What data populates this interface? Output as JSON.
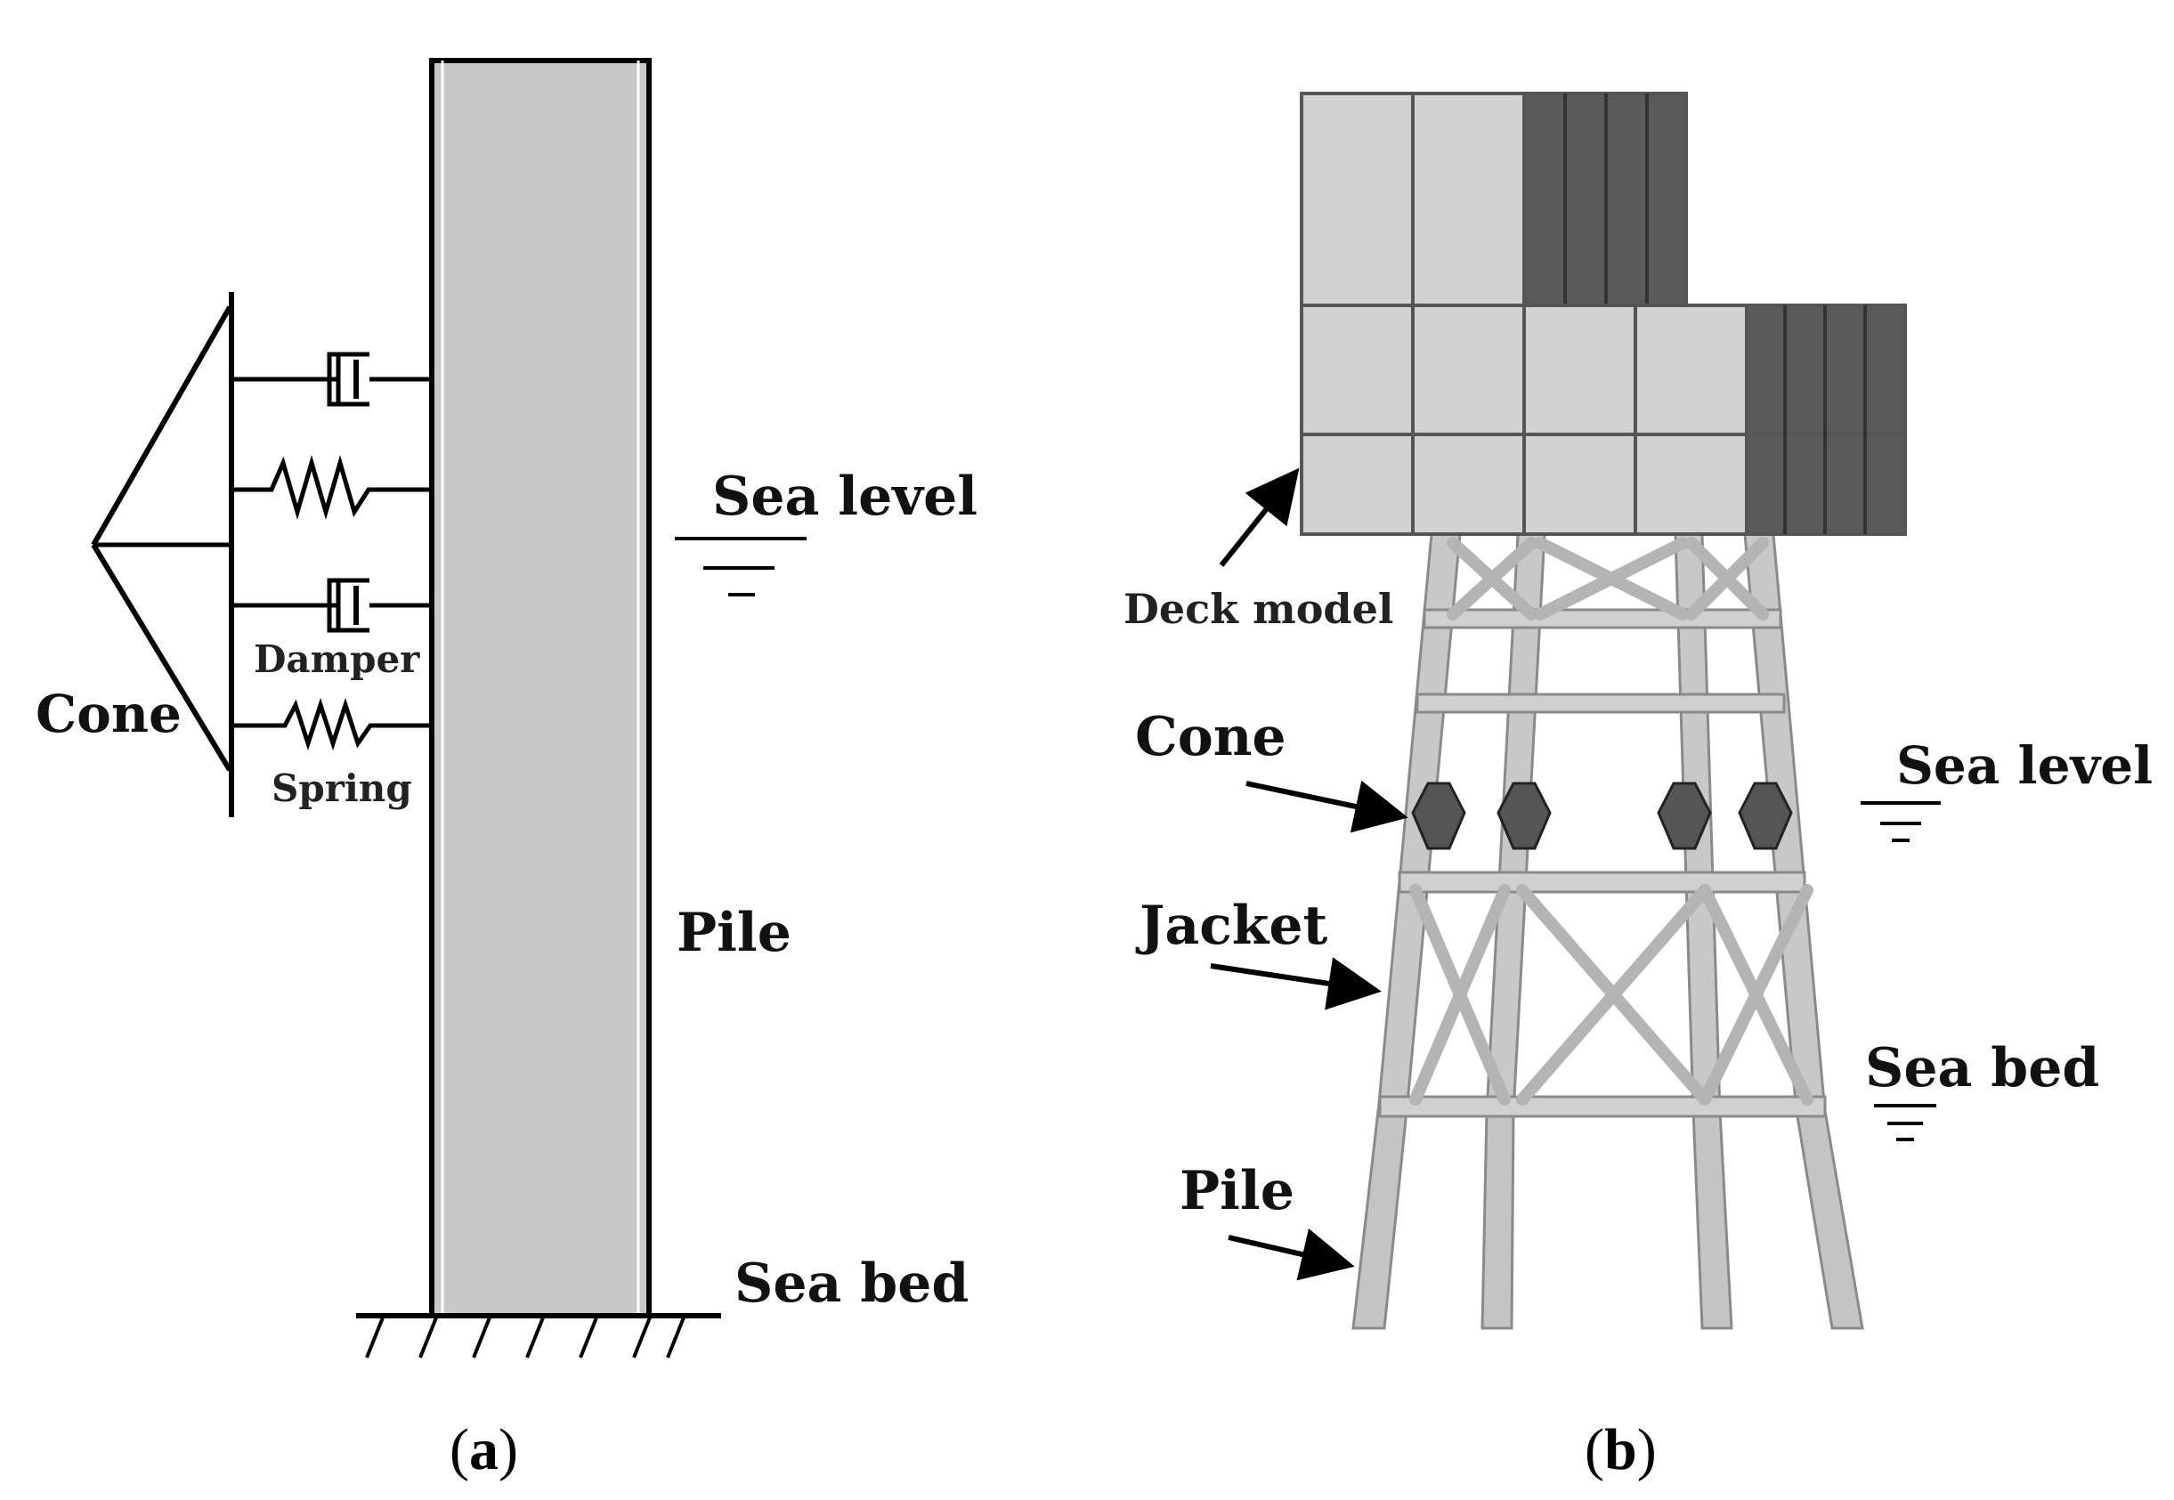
{
  "panel_a": {
    "cone_label": "Cone",
    "damper_label": "Damper",
    "spring_label": "Spring",
    "sea_level_label": "Sea level",
    "pile_label": "Pile",
    "sea_bed_label": "Sea bed",
    "caption_open": "(",
    "caption_letter": "a",
    "caption_close": ")"
  },
  "panel_b": {
    "deck_label": "Deck model",
    "cone_label": "Cone",
    "sea_level_label": "Sea level",
    "jacket_label": "Jacket",
    "sea_bed_label": "Sea bed",
    "pile_label": "Pile",
    "caption_open": "(",
    "caption_letter": "b",
    "caption_close": ")"
  },
  "colors": {
    "pile_fill": "#c8c8c8",
    "deck_light": "#d2d2d2",
    "deck_dark": "#5a5a5a",
    "jacket": "#bdbdbd",
    "cone": "#555555"
  }
}
